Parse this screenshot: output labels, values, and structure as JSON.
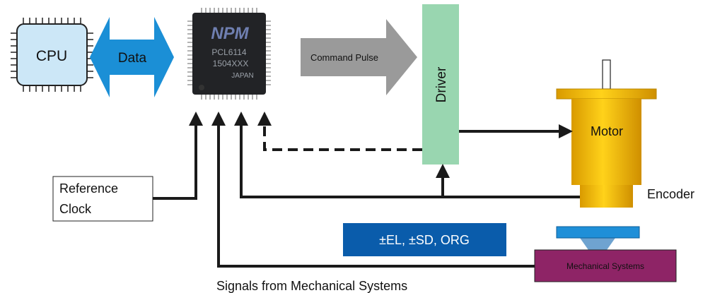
{
  "cpu": {
    "label": "CPU",
    "fill": "#cce7f7"
  },
  "data_arrow": {
    "label": "Data",
    "fill": "#1b8fd6"
  },
  "chip": {
    "brand": "NPM",
    "model": "PCL6114",
    "code": "1504XXX",
    "origin": "JAPAN",
    "body_color": "#222326",
    "brand_color": "#6f7fb0"
  },
  "command_arrow": {
    "label": "Command Pulse",
    "fill": "#9a9a9a"
  },
  "driver": {
    "label": "Driver",
    "fill": "#99d6b0"
  },
  "motor": {
    "label": "Motor",
    "fill": "#f5c000"
  },
  "encoder": {
    "label": "Encoder"
  },
  "reference_clock": {
    "line1": "Reference",
    "line2": "Clock"
  },
  "signals_box": {
    "label": "±EL, ±SD, ORG",
    "fill": "#0a5cab"
  },
  "mechanical": {
    "label": "Mechanical Systems",
    "fill": "#8e2466",
    "top_fill": "#1f8fd8"
  },
  "signals_caption": "Signals from Mechanical Systems",
  "colors": {
    "line": "#1a1a1a"
  }
}
